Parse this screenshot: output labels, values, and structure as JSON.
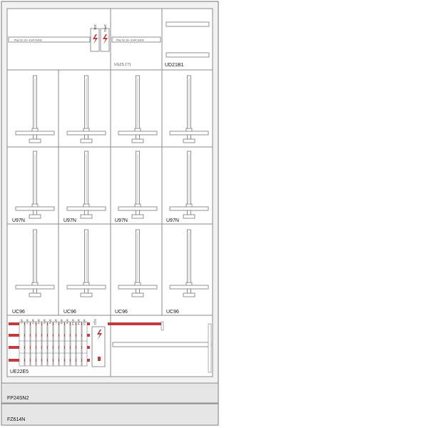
{
  "top_section": {
    "rail_label_left": "Plas hö 16+ 4144 SUN3",
    "rail_label_right": "Plas hö 16+ 4144 SUN3",
    "terminal_labels": [
      "1N1",
      "1PE1"
    ],
    "partial_label": "UGZS 1?1",
    "right_module_label": "UD21B1"
  },
  "meter_rows": [
    {
      "labels": [
        "",
        "",
        "",
        ""
      ]
    },
    {
      "labels": [
        "U97N",
        "U97N",
        "U97N",
        "U97N"
      ]
    },
    {
      "labels": [
        "UC96",
        "UC96",
        "UC96",
        "UC96"
      ]
    }
  ],
  "distribution": {
    "label": "UE22E5",
    "terminal_labels": [
      "1F1",
      "1F2",
      "1F3",
      "1F4",
      "1F5",
      "1F6",
      "1F7",
      "1F8",
      "1F9",
      "1F10",
      "1F11",
      "1F12"
    ],
    "main_switch_label": "1Q1"
  },
  "bottom_modules": [
    "FP24SN2",
    "FZ614N"
  ],
  "colors": {
    "busbar_red": "#c23b3b",
    "frame_gray": "#8a8a8a",
    "bottom_gray": "#e6e6e6"
  }
}
